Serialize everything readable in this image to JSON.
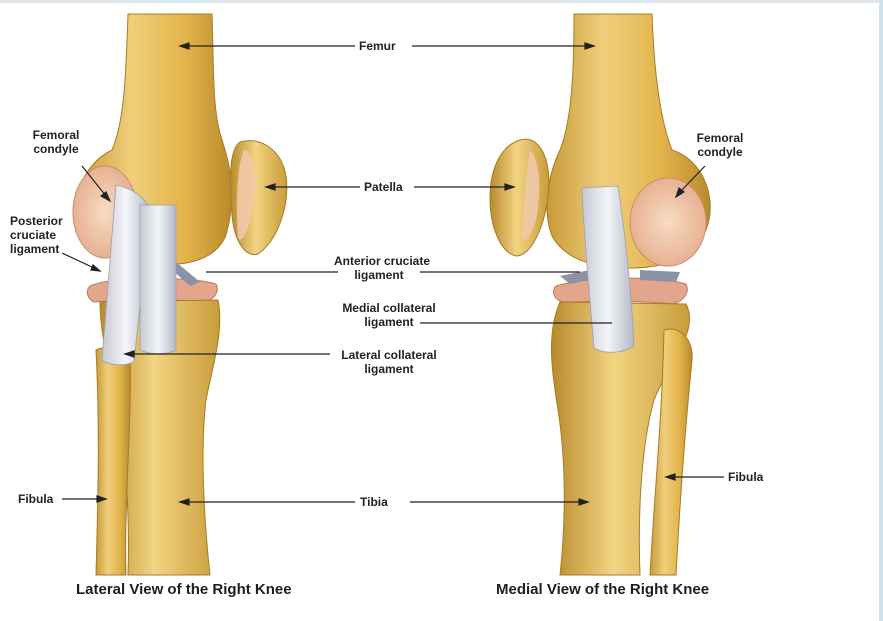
{
  "labels": {
    "femur": "Femur",
    "patella": "Patella",
    "femoral_condyle_left": [
      "Femoral",
      "condyle"
    ],
    "femoral_condyle_right": [
      "Femoral",
      "condyle"
    ],
    "posterior_cruciate": [
      "Posterior",
      "cruciate",
      "ligament"
    ],
    "anterior_cruciate": [
      "Anterior cruciate",
      "ligament"
    ],
    "medial_collateral": [
      "Medial collateral",
      "ligament"
    ],
    "lateral_collateral": [
      "Lateral collateral",
      "ligament"
    ],
    "fibula_left": "Fibula",
    "fibula_right": "Fibula",
    "tibia": "Tibia"
  },
  "captions": {
    "lateral": "Lateral View of the Right Knee",
    "medial": "Medial View of the Right Knee"
  },
  "colors": {
    "bone": "#e2b44a",
    "bone_light": "#f3d78a",
    "bone_shadow": "#b5862a",
    "cartilage": "#f2c7a6",
    "meniscus": "#e3a58b",
    "ligament": "#e9ecf2",
    "ligament_dark": "#a9aebc",
    "leader": "#222222"
  }
}
